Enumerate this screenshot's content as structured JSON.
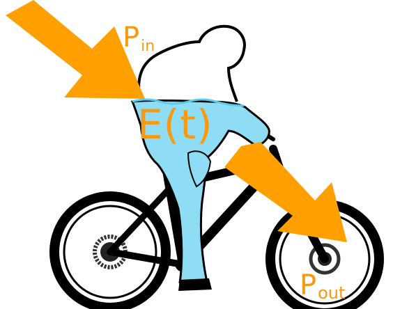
{
  "labels": {
    "p_in": {
      "main": "P",
      "sub": "in"
    },
    "energy": "E(t)",
    "p_out": {
      "main": "P",
      "sub": "out"
    }
  },
  "colors": {
    "arrow": "#FFA000",
    "label": "#F59A12",
    "water": "#8FDDF5",
    "silhouette": "#000000",
    "background": "#FFFFFF"
  }
}
